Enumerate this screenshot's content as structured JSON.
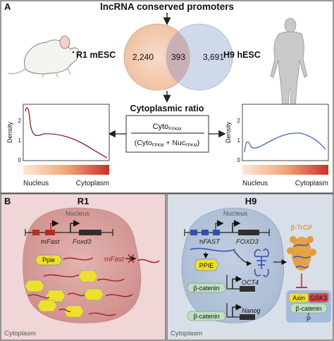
{
  "panel_a": {
    "letter": "A",
    "title": "lncRNA conserved promoters",
    "left_label": "R1 mESC",
    "right_label": "H9 hESC",
    "venn": {
      "left_only": "2,240",
      "overlap": "393",
      "right_only": "3,691"
    },
    "ratio_title": "Cytoplasmic ratio",
    "ratio_formula": {
      "numerator": "Cyto",
      "numerator_sub": "FPKM",
      "denominator_open": "(Cyto",
      "denominator_sub1": "FPKM",
      "denominator_mid": " + Nuc",
      "denominator_sub2": "FPKM",
      "denominator_close": ")"
    },
    "plots": [
      {
        "ylabel": "Density",
        "ticks": [
          "0",
          "1",
          "2"
        ],
        "x_left": "Nucleus",
        "x_right": "Cytoplasm",
        "line_color": "#8a1f1a"
      },
      {
        "ylabel": "Density",
        "ticks": [
          "0",
          "1",
          "2"
        ],
        "x_left": "Nucleus",
        "x_right": "Cytoplasm",
        "line_color": "#3f63c8"
      }
    ]
  },
  "panel_b": {
    "letter": "B",
    "r1": {
      "title": "R1",
      "nucleus": "Nucleus",
      "cytoplasm": "Cytoplasm",
      "gene_left_prefix": "m",
      "gene_left_name": "Fast",
      "gene_right": "Foxd3",
      "protein": "Ppie",
      "cyto_rna_prefix": "m",
      "cyto_rna_name": "Fast",
      "bg_color": "#f0d6d6"
    },
    "h9": {
      "title": "H9",
      "nucleus": "Nucleus",
      "cytoplasm": "Cytoplasm",
      "gene_left_prefix": "h",
      "gene_left_name": "FAST",
      "gene_right": "FOXD3",
      "protein": "PPIE",
      "gene_oct4": "OCT4",
      "gene_nanog": "Nanog",
      "beta_catenin": "β-catenin",
      "btrcp": "β-TrCP",
      "axin": "Axin",
      "gsk3": "GSK3",
      "phospho": "P",
      "bg_color": "#d8dfe8"
    }
  }
}
